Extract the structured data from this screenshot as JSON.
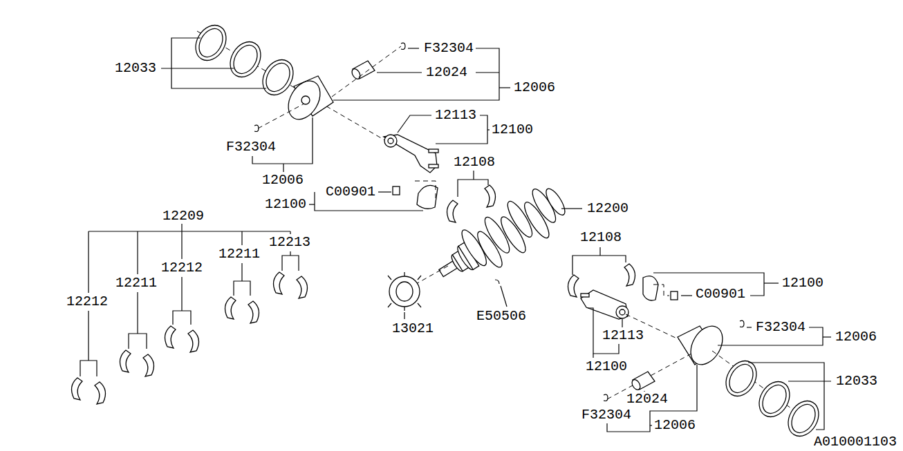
{
  "diagram": {
    "labels": [
      "F32304",
      "12033",
      "12024",
      "12006",
      "12113",
      "12100",
      "F32304",
      "12006",
      "12108",
      "C00901",
      "12100",
      "12200",
      "12209",
      "12213",
      "12108",
      "12211",
      "12212",
      "12211",
      "12100",
      "C00901",
      "12212",
      "13021",
      "E50506",
      "F32304",
      "12113",
      "12006",
      "12100",
      "12033",
      "12024",
      "F32304",
      "12006",
      "A010001103"
    ]
  }
}
